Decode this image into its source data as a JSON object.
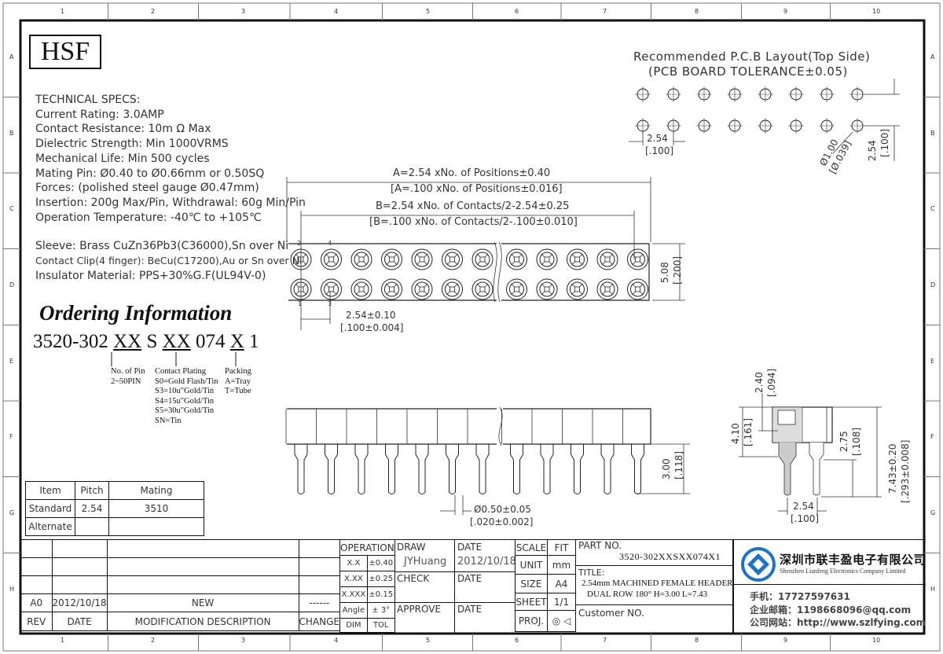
{
  "frame": {
    "columns": [
      "1",
      "2",
      "3",
      "4",
      "5",
      "6",
      "7",
      "8",
      "9",
      "10"
    ],
    "rows": [
      "A",
      "B",
      "C",
      "D",
      "E",
      "F",
      "G",
      "H"
    ]
  },
  "logo": "HSF",
  "specs": {
    "heading": "TECHNICAL SPECS:",
    "lines": [
      "Current Rating: 3.0AMP",
      "Contact Resistance: 10m Ω Max",
      "Dielectric Strength: Min 1000VRMS",
      "Mechanical Life: Min 500 cycles",
      "Mating Pin: Ø0.40 to Ø0.66mm or 0.50SQ",
      "Forces: (polished steel gauge Ø0.47mm)",
      "Insertion: 200g Max/Pin, Withdrawal: 60g Min/Pin",
      "Operation Temperature: -40℃ to +105℃"
    ],
    "materials": [
      "Sleeve: Brass CuZn36Pb3(C36000),Sn over Ni",
      "Contact Clip(4 finger): BeCu(C17200),Au or Sn over Ni",
      "Insulator Material: PPS+30%G.F(UL94V-0)"
    ]
  },
  "ordering": {
    "title": "Ordering Information",
    "code": {
      "p1": "3520-302 ",
      "pin": "XX",
      "p2": " S ",
      "plating": "XX",
      "p3": " 074 ",
      "pack": "X",
      "p4": " 1"
    },
    "pin_label": [
      "No. of Pin",
      "2~50PIN"
    ],
    "plating_label": [
      "Contact Plating",
      "S0=Gold Flash/Tin",
      "S3=10u\"Gold/Tin",
      "S4=15u\"Gold/Tin",
      "S5=30u\"Gold/Tin",
      "SN=Tin"
    ],
    "packing_label": [
      "Packing",
      "A=Tray",
      "T=Tube"
    ]
  },
  "mating_table": {
    "headers": [
      "Item",
      "Pitch",
      "Mating"
    ],
    "rows": [
      [
        "Standard",
        "2.54",
        "3510"
      ],
      [
        "Alternate",
        "",
        ""
      ]
    ]
  },
  "pcb_layout": {
    "title": "Recommended P.C.B Layout(Top Side)",
    "subtitle": "(PCB BOARD TOLERANCE±0.05)",
    "holes_per_row": 8,
    "dim_pitch": [
      "2.54",
      "[.100]"
    ],
    "dim_row": [
      "2.54",
      "[.100]"
    ],
    "dim_hole": [
      "Ø1.00",
      "[Ø.039]"
    ]
  },
  "top_view": {
    "contacts_per_row": 12,
    "dim_a": [
      "A=2.54 xNo. of Positions±0.40",
      "[A=.100 xNo. of Positions±0.016]"
    ],
    "dim_b": [
      "B=2.54 xNo. of Contacts/2-2.54±0.25",
      "[B=.100 xNo. of Contacts/2-.100±0.010]"
    ],
    "dim_height": [
      "5.08",
      "[.200]"
    ],
    "dim_pitch": [
      "2.54±0.10",
      "[.100±0.004]"
    ],
    "pin_numbers": [
      "2",
      "4",
      "1",
      "3"
    ]
  },
  "side_view": {
    "dim_tail": [
      "3.00",
      "[.118]"
    ],
    "dim_dia": [
      "Ø0.50±0.05",
      "[.020±0.002]"
    ]
  },
  "section_view": {
    "dim_top": [
      "2.40",
      "[.094]"
    ],
    "dim_body": [
      "4.10",
      "[.161]"
    ],
    "dim_mid": [
      "2.75",
      "[.108]"
    ],
    "dim_total": [
      "7.43±0.20",
      "[.293±0.008]"
    ],
    "dim_pitch": [
      "2.54",
      "[.100]"
    ]
  },
  "revision_table": {
    "rows": [
      [
        "",
        "",
        "",
        ""
      ],
      [
        "",
        "",
        "",
        ""
      ],
      [
        "",
        "",
        "",
        ""
      ],
      [
        "A0",
        "2012/10/18",
        "NEW",
        "------"
      ]
    ],
    "headers": [
      "REV",
      "DATE",
      "MODIFICATION  DESCRIPTION",
      "CHANGE"
    ]
  },
  "title_block": {
    "operation": "OPERATION",
    "tolerances": [
      [
        "X.X",
        "±0.40"
      ],
      [
        "X.XX",
        "±0.25"
      ],
      [
        "X.XXX",
        "±0.15"
      ],
      [
        "Angle",
        "± 3°"
      ]
    ],
    "dim": "DIM",
    "tol": "TOL",
    "draw": "DRAW",
    "drawer": "JYHuang",
    "date_label": "DATE",
    "draw_date": "2012/10/18",
    "check": "CHECK",
    "approve": "APPROVE",
    "scale": "SCALE",
    "scale_val": "FIT",
    "unit": "UNIT",
    "unit_val": "mm",
    "size": "SIZE",
    "size_val": "A4",
    "sheet": "SHEET",
    "sheet_val": "1/1",
    "proj": "PROJ.",
    "part_no_label": "PART NO.",
    "part_no": "3520-302XXSXX074X1",
    "title_label": "TITLE:",
    "title_lines": [
      "2.54mm MACHINED FEMALE HEADER",
      "DUAL ROW 180° H=3.00 L=7.43"
    ],
    "customer_label": "Customer NO."
  },
  "company": {
    "name_cn": "深圳市联丰盈电子有限公司",
    "name_en": "Shenzhen Lianfeng Electronics Company Limited",
    "phone": "手机：17727597631",
    "email": "企业邮箱：1198668096@qq.com",
    "website": "公司网站：http://www.szlfying.com",
    "brand_color": "#1a73c8"
  }
}
